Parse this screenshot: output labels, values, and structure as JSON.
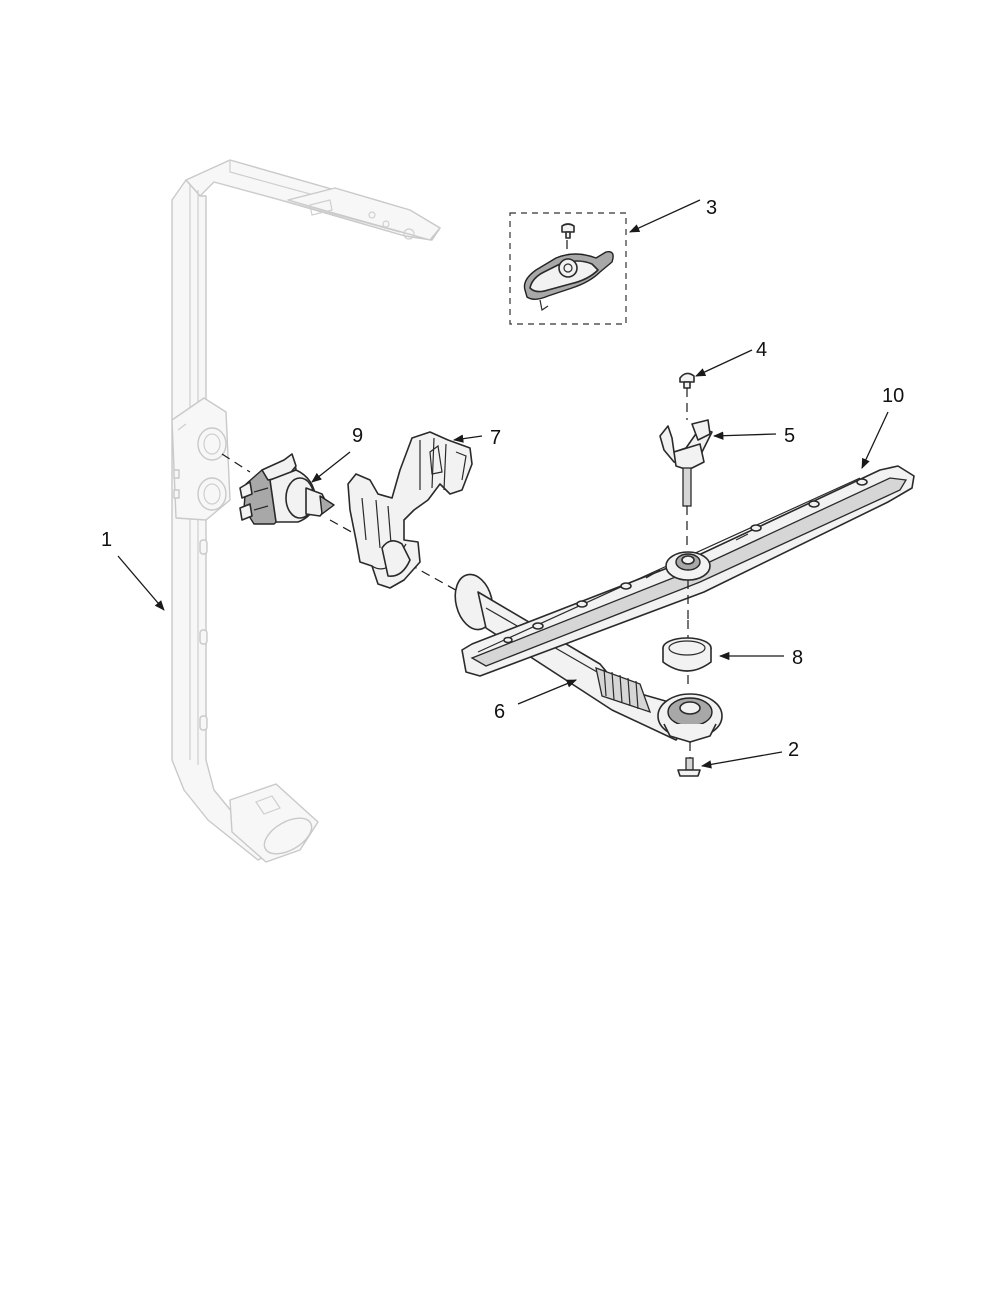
{
  "callouts": {
    "c1": "1",
    "c2": "2",
    "c3": "3",
    "c4": "4",
    "c5": "5",
    "c6": "6",
    "c7": "7",
    "c8": "8",
    "c9": "9",
    "c10": "10"
  },
  "colors": {
    "line": "#1a1a1a",
    "ghost": "#c9c9c9",
    "fill": "#f2f2f2",
    "background": "#ffffff"
  }
}
